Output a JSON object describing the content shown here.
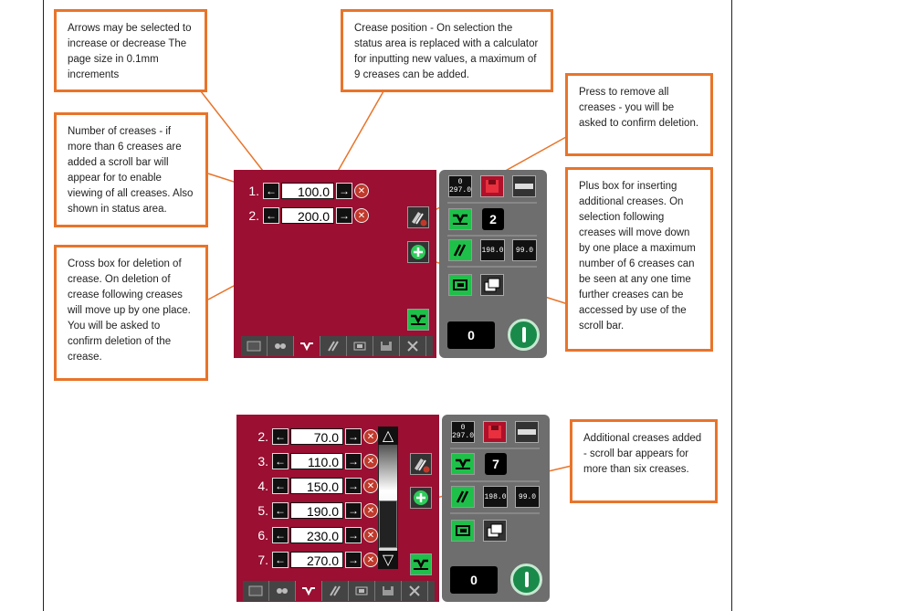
{
  "callouts": {
    "arrows": "Arrows may be selected to increase or decrease The page size in 0.1mm increments",
    "crease_position": "Crease position - On selection the status area is replaced with a calculator for inputting new values, a maximum of 9 creases can be added.",
    "remove_all": "Press to remove all creases - you will be asked to confirm deletion.",
    "number_of_creases": "Number of creases - if more than 6 creases are added a scroll bar will appear for to enable viewing of all creases. Also shown in status area.",
    "plus_box": "Plus box for inserting additional creases. On selection following creases will move down by one place a maximum number of 6 creases can be seen at any one time further creases can be accessed by use of the scroll bar.",
    "cross_box": "Cross box for deletion of crease. On deletion of crease following creases will move up by one place. You will be asked to confirm deletion of the crease.",
    "additional_creases": "Additional creases added - scroll bar appears for more than six creases."
  },
  "screen1": {
    "creases": [
      {
        "num": "1.",
        "value": "100.0"
      },
      {
        "num": "2.",
        "value": "200.0"
      }
    ],
    "crease_count": "2",
    "counter": "0",
    "size_top": "0",
    "size_bottom": "297.0",
    "val_a": "198.0",
    "val_b": "99.0"
  },
  "screen2": {
    "creases": [
      {
        "num": "2.",
        "value": "70.0"
      },
      {
        "num": "3.",
        "value": "110.0"
      },
      {
        "num": "4.",
        "value": "150.0"
      },
      {
        "num": "5.",
        "value": "190.0"
      },
      {
        "num": "6.",
        "value": "230.0"
      },
      {
        "num": "7.",
        "value": "270.0"
      }
    ],
    "crease_count": "7",
    "counter": "0",
    "size_top": "0",
    "size_bottom": "297.0",
    "val_a": "198.0",
    "val_b": "99.0"
  },
  "glyphs": {
    "left": "←",
    "right": "→",
    "cross": "✕",
    "plus": "+",
    "up": "△",
    "down": "▽"
  }
}
